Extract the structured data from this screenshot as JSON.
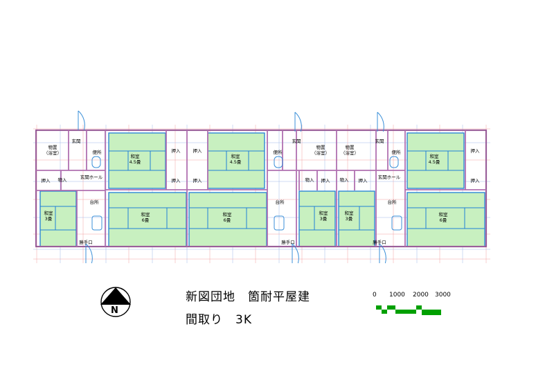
{
  "title": {
    "line1": "新図団地　箇耐平屋建",
    "line2": "間取り　3K"
  },
  "compass": {
    "label": "N",
    "icon": "north-arrow-icon"
  },
  "scale_bar": {
    "ticks": [
      "0",
      "1000",
      "2000",
      "3000"
    ],
    "color": "#00a000"
  },
  "colors": {
    "tatami": "#c8f0c0",
    "tatami_border": "#1f7fd6",
    "wall": "#b070b0",
    "grid_red": "#f2a0a0",
    "grid_blue": "#9fb8e8"
  },
  "rooms": {
    "bath": "物置\n（浴室）",
    "entrance": "玄関",
    "toilet": "便所",
    "closet": "押入",
    "closet_small": "物入",
    "hall": "玄関ホール",
    "kitchen": "台所",
    "back_door": "勝手口",
    "washitsu_45": "和室\n4.5畳",
    "washitsu_6": "和室\n6畳",
    "washitsu_3": "和室\n3畳"
  }
}
